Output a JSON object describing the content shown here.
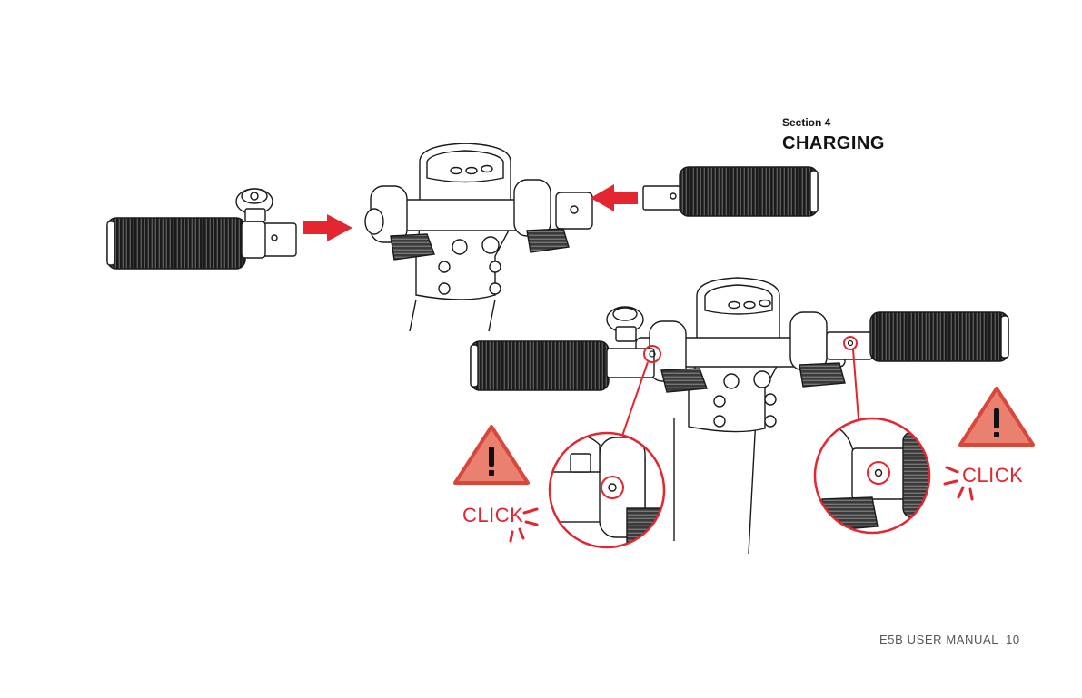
{
  "section": {
    "label": "Section 4",
    "title": "CHARGING"
  },
  "callouts": {
    "left_click": "CLICK",
    "right_click": "CLICK"
  },
  "footer": {
    "manual": "E5B USER MANUAL",
    "page_number": "10"
  },
  "colors": {
    "accent": "#e3262f",
    "line": "#1a1a1a",
    "grip": "#1b1b1b"
  },
  "icons": [
    "warning-triangle-icon",
    "warning-triangle-icon",
    "click-burst-icon",
    "click-burst-icon",
    "arrow-right-icon",
    "arrow-left-icon"
  ]
}
